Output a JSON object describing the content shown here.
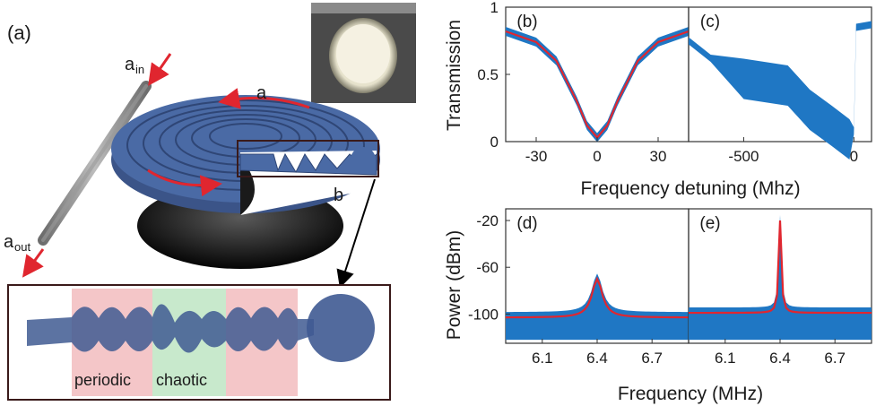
{
  "figure": {
    "panel_a_label": "(a)",
    "label_a_in": "a",
    "label_a_in_sub": "in",
    "label_a_out": "a",
    "label_a_out_sub": "out",
    "label_a": "a",
    "label_b": "b",
    "region_periodic": "periodic",
    "region_chaotic": "chaotic",
    "colors": {
      "disk_blue": "#4a6aa5",
      "data_blue": "#1f77c4",
      "fit_red": "#e0262f",
      "periodic_bg": "#f4c6c8",
      "chaotic_bg": "#c8e9cc"
    }
  },
  "chart_data": [
    {
      "panel": "(b)",
      "type": "line",
      "ylabel": "Transmission",
      "yticks": [
        "0",
        "0.5",
        "1"
      ],
      "xticks": [
        "-30",
        "0",
        "30"
      ],
      "xlim": [
        -45,
        45
      ],
      "ylim": [
        0,
        1
      ],
      "series": [
        {
          "x": [
            -45,
            -30,
            -20,
            -10,
            -5,
            0,
            5,
            10,
            20,
            30,
            45
          ],
          "y": [
            0.82,
            0.74,
            0.6,
            0.3,
            0.12,
            0.03,
            0.12,
            0.3,
            0.6,
            0.74,
            0.82
          ]
        }
      ]
    },
    {
      "panel": "(c)",
      "type": "line",
      "xticks": [
        "-500",
        "0"
      ],
      "xlim": [
        -750,
        80
      ],
      "ylim": [
        0,
        1
      ],
      "series": [
        {
          "x": [
            -750,
            -650,
            -500,
            -300,
            -200,
            -100,
            -20,
            0,
            10,
            80
          ],
          "y": [
            0.75,
            0.62,
            0.55,
            0.5,
            0.32,
            0.2,
            0.1,
            0.08,
            0.85,
            0.87
          ]
        }
      ]
    },
    {
      "shared_xlabel": "Frequency detuning (Mhz)"
    },
    {
      "panel": "(d)",
      "type": "line",
      "ylabel": "Power (dBm)",
      "yticks": [
        "-20",
        "-60",
        "-100"
      ],
      "xticks": [
        "6.1",
        "6.4",
        "6.7"
      ],
      "xlim": [
        5.9,
        6.9
      ],
      "ylim": [
        -125,
        -10
      ],
      "peak": {
        "x": 6.4,
        "y": -70
      },
      "baseline": -103
    },
    {
      "panel": "(e)",
      "type": "line",
      "xticks": [
        "6.1",
        "6.4",
        "6.7"
      ],
      "xlim": [
        5.9,
        6.9
      ],
      "ylim": [
        -125,
        -10
      ],
      "peak": {
        "x": 6.4,
        "y": -20
      },
      "baseline": -99
    },
    {
      "shared_xlabel": "Frequency (MHz)"
    }
  ]
}
